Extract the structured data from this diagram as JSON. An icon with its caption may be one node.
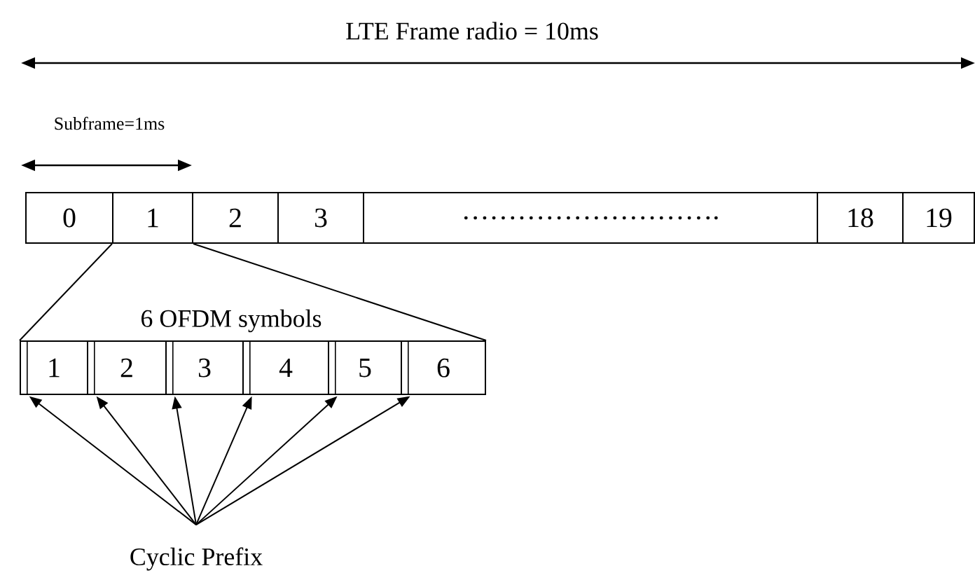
{
  "diagram": {
    "nodes": [
      {
        "text": [
          "0"
        ]
      },
      {
        "text": [
          "1"
        ]
      },
      {
        "text": [
          "2"
        ]
      },
      {
        "text": [
          "3"
        ]
      },
      {
        "text": [
          "………………………."
        ]
      },
      {
        "text": [
          "18"
        ]
      },
      {
        "text": [
          "19"
        ]
      },
      {
        "text": [
          "1"
        ]
      },
      {
        "text": [
          "2"
        ]
      },
      {
        "text": [
          "3"
        ]
      },
      {
        "text": [
          "4"
        ]
      },
      {
        "text": [
          "5"
        ]
      },
      {
        "text": [
          "6"
        ]
      },
      {
        "text": [],
        "shape": "bar",
        "in": 7
      },
      {
        "text": [],
        "shape": "bar",
        "in": 8
      },
      {
        "text": [],
        "shape": "bar",
        "in": 9
      },
      {
        "text": [],
        "shape": "bar",
        "in": 10
      },
      {
        "text": [],
        "shape": "bar",
        "in": 11
      },
      {
        "text": [],
        "shape": "bar",
        "in": 12
      },
      {
        "text": [
          "Cyclic Prefix"
        ]
      }
    ],
    "edges": [
      {
        "from": 1,
        "to": 7,
        "arrow": "none"
      },
      {
        "from": 1,
        "to": 12,
        "arrow": "none"
      },
      {
        "from": 19,
        "to": 13,
        "arrow": "to"
      },
      {
        "from": 19,
        "to": 14,
        "arrow": "to"
      },
      {
        "from": 19,
        "to": 15,
        "arrow": "to"
      },
      {
        "from": 19,
        "to": 16,
        "arrow": "to"
      },
      {
        "from": 19,
        "to": 17,
        "arrow": "to"
      },
      {
        "from": 19,
        "to": 18,
        "arrow": "to"
      }
    ],
    "labels": [
      "LTE Frame radio = 10ms",
      "Subframe=1ms",
      "6 OFDM symbols"
    ]
  }
}
